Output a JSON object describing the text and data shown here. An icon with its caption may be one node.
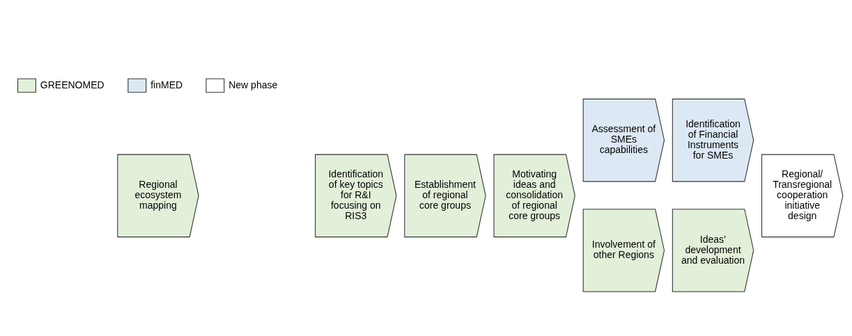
{
  "diagram": {
    "nodes": [
      {
        "text": [
          "Regional ecosystem mapping"
        ]
      },
      {
        "text": [
          "Identification of key topics for R&I focusing on RIS3"
        ]
      },
      {
        "text": [
          "Establishment of regional core groups"
        ]
      },
      {
        "text": [
          "Motivating ideas and consolidation of regional core groups"
        ]
      },
      {
        "text": [
          "Assessment of SMEs capabilities"
        ]
      },
      {
        "text": [
          "Identification of Financial Instruments for SMEs"
        ]
      },
      {
        "text": [
          "Regional/ Transregional cooperation initiative design"
        ]
      },
      {
        "text": [
          "Involvement of other Regions"
        ]
      },
      {
        "text": [
          "Ideas’ development and evaluation"
        ]
      }
    ],
    "edges": [],
    "legend": [
      {
        "text": "GREENOMED",
        "color": "#e2efd9"
      },
      {
        "text": "finMED",
        "color": "#dce9f5"
      },
      {
        "text": "New phase",
        "color": "#ffffff"
      }
    ]
  }
}
